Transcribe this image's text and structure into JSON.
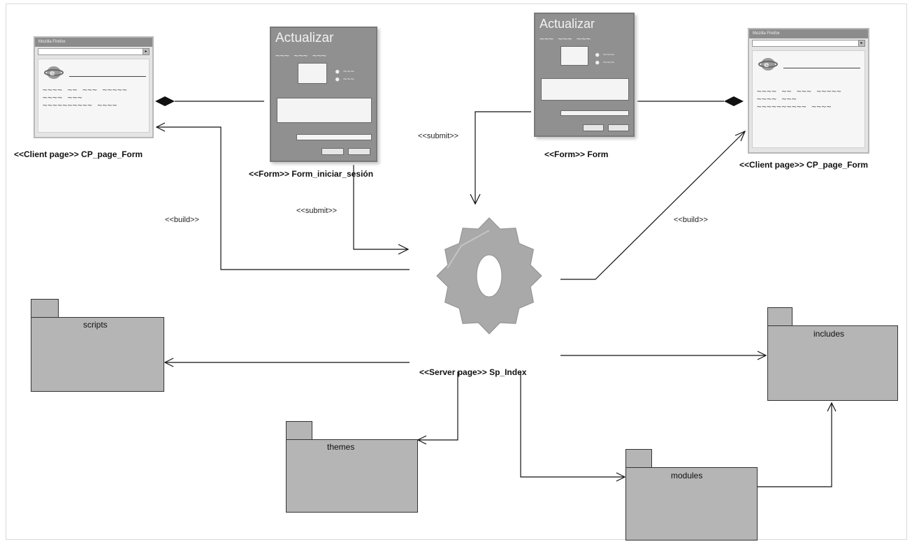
{
  "elements": {
    "client_page_left": {
      "label": "<<Client page>> CP_page_Form"
    },
    "client_page_right": {
      "label": "<<Client page>> CP_page_Form"
    },
    "form_login": {
      "label": "<<Form>> Form_iniciar_sesión",
      "heading": "Actualizar"
    },
    "form_main": {
      "label": "<<Form>> Form",
      "heading": "Actualizar"
    },
    "server_page": {
      "label": "<<Server page>> Sp_Index"
    }
  },
  "packages": {
    "scripts": "scripts",
    "themes": "themes",
    "modules": "modules",
    "includes": "includes"
  },
  "connectors": {
    "submit_left": "<<submit>>",
    "submit_right": "<<submit>>",
    "build_left": "<<build>>",
    "build_right": "<<build>>"
  },
  "icons": {
    "server": "gear-icon",
    "browser_logo": "browser-logo-icon"
  },
  "colors": {
    "package_fill": "#b5b5b5",
    "form_fill": "#909090",
    "gear_fill": "#a9a9a9",
    "line": "#111111"
  }
}
